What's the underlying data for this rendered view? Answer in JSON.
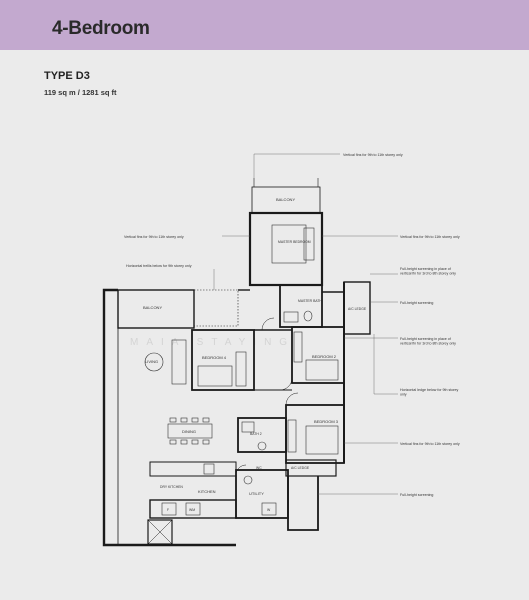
{
  "header": {
    "title": "4-Bedroom",
    "band_color": "#c3a9cf"
  },
  "unit": {
    "type": "TYPE D3",
    "area": "119 sq m / 1281 sq ft"
  },
  "rooms": {
    "balcony_top": "BALCONY",
    "master_bedroom": "MASTER BEDROOM",
    "master_bath": "MASTER BATH",
    "ac_ledge_right": "A/C LEDGE",
    "balcony_left": "BALCONY",
    "living": "LIVING",
    "bedroom4": "BEDROOM 4",
    "bedroom2": "BEDROOM 2",
    "bath2": "BATH 2",
    "bedroom3": "BEDROOM 3",
    "dining": "DINING",
    "dry_kitchen": "DRY KITCHEN",
    "kitchen": "KITCHEN",
    "utility": "UTILITY",
    "ac_ledge_bottom": "A/C LEDGE",
    "wc": "WC",
    "fridge": "F",
    "wm": "WM",
    "w": "W"
  },
  "notes": {
    "fins_top": "Vertical fins for 9th to 11th storey only",
    "fins_left": "Vertical fins for 9th to 11th storey only",
    "fins_right": "Vertical fins for 9th to 11th storey only",
    "trellis": "Horizontal trellis below for 9th storey only",
    "screening_1": "Full-height screening in place of vertical fin for 3rd to 8th storey only",
    "screening_2": "Full-height screening",
    "screening_3": "Full-height screening in place of vertical fin for 3rd to 8th storey only",
    "ledge": "Horizontal ledge below for 9th storey only",
    "fins_lower": "Vertical fins for 9th to 11th storey only",
    "screening_bottom": "Full-height screening"
  },
  "watermark": "MAIA STAYING"
}
